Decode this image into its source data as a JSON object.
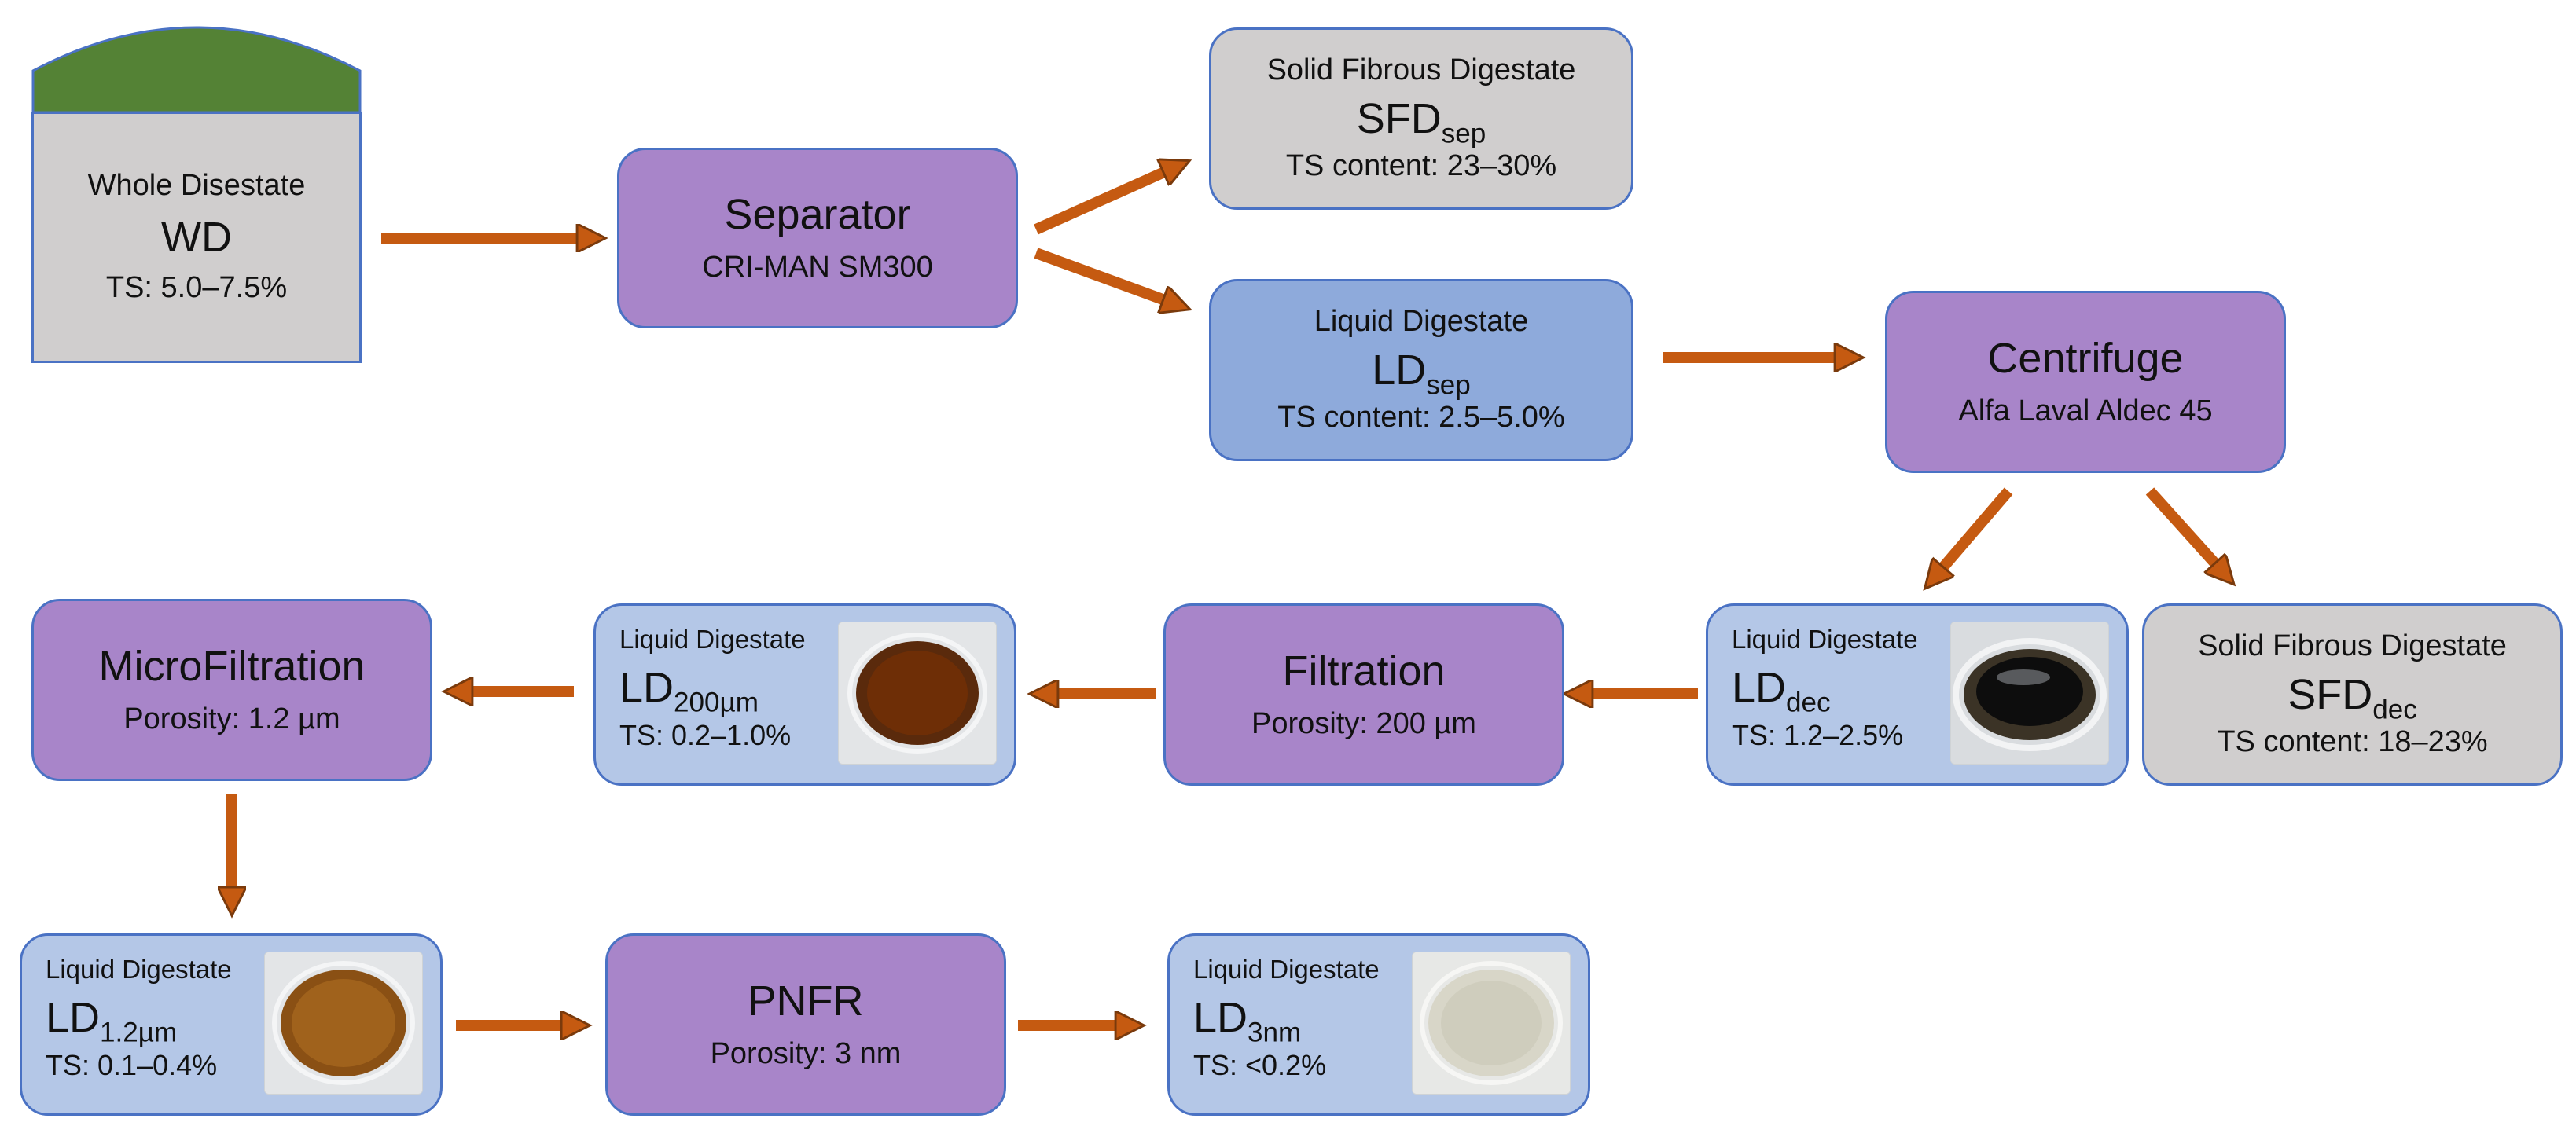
{
  "nodes": {
    "wd": {
      "line1": "Whole Disestate",
      "main": "WD",
      "ts": "TS: 5.0–7.5%"
    },
    "separator": {
      "title": "Separator",
      "sub": "CRI-MAN SM300"
    },
    "sfd_sep": {
      "line1": "Solid Fibrous Digestate",
      "main": "SFD",
      "subscript": "sep",
      "ts": "TS content: 23–30%"
    },
    "ld_sep": {
      "line1": "Liquid Digestate",
      "main": "LD",
      "subscript": "sep",
      "ts": "TS content: 2.5–5.0%"
    },
    "centrifuge": {
      "title": "Centrifuge",
      "sub": "Alfa Laval Aldec 45"
    },
    "ld_dec": {
      "line1": "Liquid Digestate",
      "main": "LD",
      "subscript": "dec",
      "ts": "TS: 1.2–2.5%"
    },
    "sfd_dec": {
      "line1": "Solid Fibrous Digestate",
      "main": "SFD",
      "subscript": "dec",
      "ts": "TS content: 18–23%"
    },
    "filtration": {
      "title": "Filtration",
      "sub": "Porosity: 200 µm"
    },
    "ld_200": {
      "line1": "Liquid Digestate",
      "main": "LD",
      "subscript": "200µm",
      "ts": "TS: 0.2–1.0%"
    },
    "microfiltration": {
      "title": "MicroFiltration",
      "sub": "Porosity: 1.2 µm"
    },
    "ld_12": {
      "line1": "Liquid Digestate",
      "main": "LD",
      "subscript": "1.2µm",
      "ts": "TS: 0.1–0.4%"
    },
    "pnfr": {
      "title": "PNFR",
      "sub": "Porosity: 3 nm"
    },
    "ld_3": {
      "line1": "Liquid Digestate",
      "main": "LD",
      "subscript": "3nm",
      "ts": "TS: <0.2%"
    }
  },
  "colors": {
    "process": "#a885c9",
    "liquid_main": "#8eaadb",
    "liquid_sample": "#b4c7e7",
    "solid": "#d0cece",
    "border": "#4a72c4",
    "arrow": "#c55a11",
    "dome": "#548235"
  }
}
